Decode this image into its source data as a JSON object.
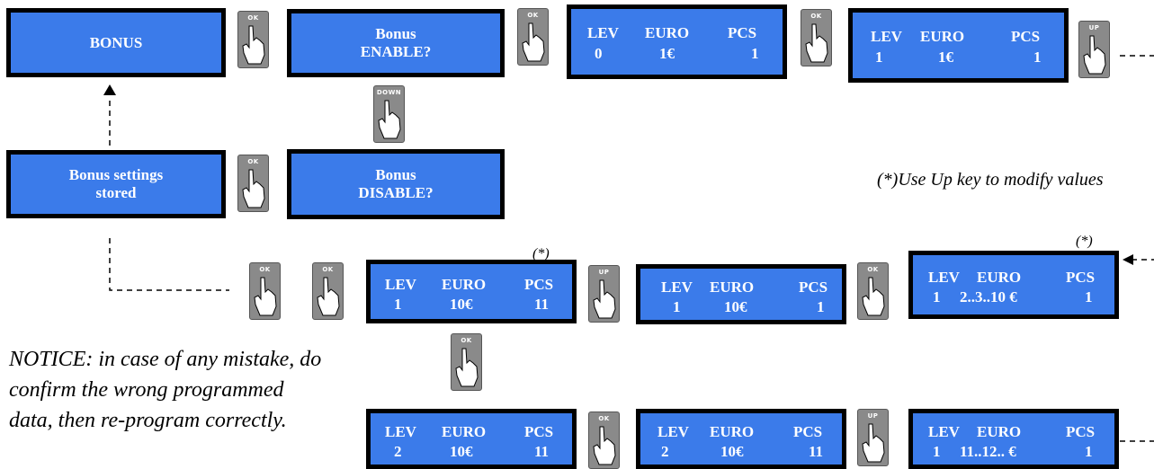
{
  "lcd_bonus": {
    "line1": "BONUS"
  },
  "lcd_bonus_enable": {
    "line1": "Bonus",
    "line2": "ENABLE?"
  },
  "lcd_bonus_disable": {
    "line1": "Bonus",
    "line2": "DISABLE?"
  },
  "lcd_bonus_stored": {
    "line1": "Bonus settings",
    "line2": "stored"
  },
  "grid_headers": {
    "lev": "LEV",
    "euro": "EURO",
    "pcs": "PCS"
  },
  "lcd_r1a": {
    "lev": "0",
    "euro": "1€",
    "pcs": "1"
  },
  "lcd_r1b": {
    "lev": "1",
    "euro": "1€",
    "pcs": "1"
  },
  "lcd_r3a": {
    "lev": "1",
    "euro": "10€",
    "pcs": "11"
  },
  "lcd_r3b": {
    "lev": "1",
    "euro": "10€",
    "pcs": "1"
  },
  "lcd_r3c": {
    "lev": "1",
    "euro": "2..3..10 €",
    "pcs": "1"
  },
  "lcd_r4a": {
    "lev": "2",
    "euro": "10€",
    "pcs": "11"
  },
  "lcd_r4b": {
    "lev": "2",
    "euro": "10€",
    "pcs": "11"
  },
  "lcd_r4c": {
    "lev": "1",
    "euro": "11..12.. €",
    "pcs": "1"
  },
  "keys": {
    "ok": "OK",
    "up": "UP",
    "down": "DOWN"
  },
  "asterisk": "(*)",
  "note_up": "(*)Use Up key to modify values",
  "notice": "NOTICE: in case of any mistake, do confirm the wrong programmed data, then re-program correctly."
}
